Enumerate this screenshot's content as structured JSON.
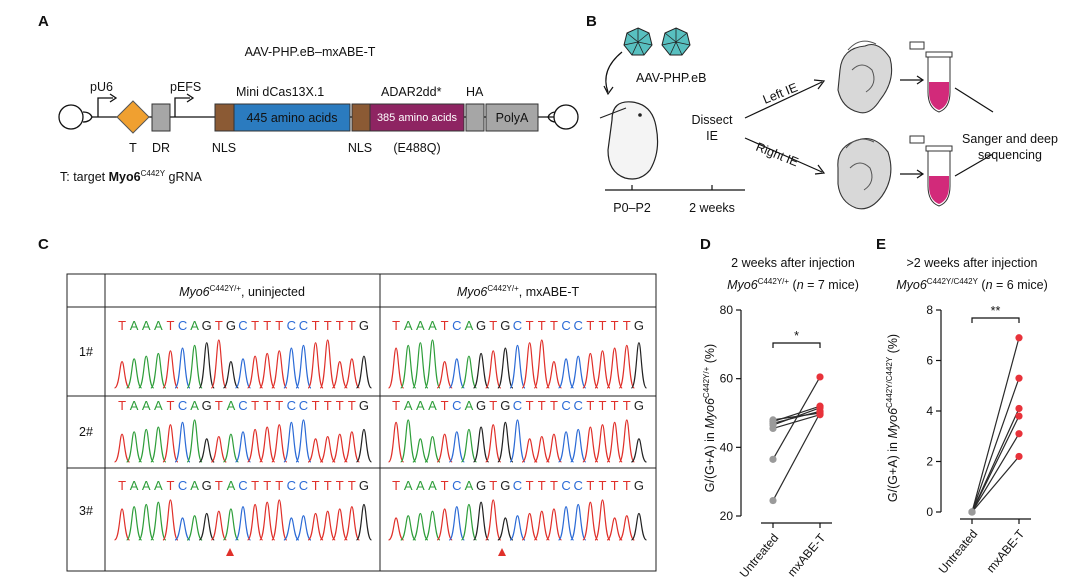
{
  "panels": {
    "a": {
      "label": "A",
      "title": "AAV-PHP.eB–mxABE-T",
      "labels": {
        "pu6": "pU6",
        "pefs": "pEFS",
        "mini": "Mini dCas13X.1",
        "adar": "ADAR2dd*",
        "ha": "HA",
        "aa445": "445 amino acids",
        "aa385": "385 amino acids",
        "polya": "PolyA",
        "t": "T",
        "dr": "DR",
        "nls1": "NLS",
        "nls2": "NLS",
        "e488q": "(E488Q)"
      },
      "footnote": {
        "prefix": "T: target ",
        "gene": "Myo6",
        "sup": "C442Y",
        "suffix": " gRNA"
      }
    },
    "b": {
      "label": "B",
      "virus": "AAV-PHP.eB",
      "dissect1": "Dissect",
      "dissect2": "IE",
      "left": "Left IE",
      "right": "Right IE",
      "seq1": "Sanger and deep",
      "seq2": "sequencing",
      "t1": "P0–P2",
      "t2": "2 weeks"
    },
    "c": {
      "label": "C",
      "headers": [
        {
          "gene": "Myo6",
          "sup": "C442Y/+",
          "suffix": ", uninjected"
        },
        {
          "gene": "Myo6",
          "sup": "C442Y/+",
          "suffix": ", mxABE-T"
        }
      ],
      "rows": [
        "1#",
        "2#",
        "3#"
      ],
      "seqs": [
        [
          "TAAATCAGTGCTTTCCTTTTG",
          "TAAATCAGTGCTTTCCTTTTG"
        ],
        [
          "TAAATCAGTACTTTCCTTTTG",
          "TAAATCAGTGCTTTCCTTTTG"
        ],
        [
          "TAAATCAGTACTTTCCTTTTG",
          "TAAATCAGTGCTTTCCTTTTG"
        ]
      ],
      "base_colors": {
        "A": "#2e9e3a",
        "T": "#e0302a",
        "G": "#222222",
        "C": "#2c6bd6"
      },
      "arrow_color": "#e0302a"
    },
    "d": {
      "label": "D",
      "title": "2 weeks after injection",
      "subtitle": {
        "gene": "Myo6",
        "sup": "C442Y/+",
        "rest": " (",
        "n": "n",
        "tail": " = 7 mice)"
      },
      "ylabel": {
        "pre": "G/(G+A) in ",
        "gene": "Myo6",
        "sup": "C442Y/+",
        "post": " (%)"
      },
      "sig": "*"
    },
    "e": {
      "label": "E",
      "title": ">2 weeks after injection",
      "subtitle": {
        "gene": "Myo6",
        "sup": "C442Y/C442Y",
        "rest": " (",
        "n": "n",
        "tail": " = 6 mice)"
      },
      "ylabel": {
        "pre": "G/(G+A) in ",
        "gene": "Myo6",
        "sup": "C442Y/C442Y",
        "post": " (%)"
      },
      "sig": "**"
    }
  },
  "colors": {
    "nls": "#8b5a34",
    "cas": "#2b7bbf",
    "adar": "#8e2462",
    "grey": "#a6a6a6",
    "t_box": "#f0a030",
    "virus": "#58c0c0",
    "tube": "#d22a7a",
    "treated": "#e8323a",
    "untreated": "#9a9a9a",
    "line": "#2a2a2a"
  },
  "chart_data": [
    {
      "type": "scatter",
      "title": "2 weeks after injection",
      "subtitle": "Myo6C442Y/+ (n = 7 mice)",
      "categories": [
        "Untreated",
        "mxABE-T"
      ],
      "ylabel": "G/(G+A) in Myo6C442Y/+ (%)",
      "ylim": [
        20,
        80
      ],
      "yticks": [
        20,
        40,
        60,
        80
      ],
      "paired": [
        [
          48,
          50
        ],
        [
          47.5,
          52
        ],
        [
          47,
          50.5
        ],
        [
          46.5,
          51.5
        ],
        [
          45.5,
          49.5
        ],
        [
          36.5,
          60.5
        ],
        [
          24.5,
          50
        ]
      ],
      "significance": "*"
    },
    {
      "type": "scatter",
      "title": ">2 weeks after injection",
      "subtitle": "Myo6C442Y/C442Y (n = 6 mice)",
      "categories": [
        "Untreated",
        "mxABE-T"
      ],
      "ylabel": "G/(G+A) in Myo6C442Y/C442Y (%)",
      "ylim": [
        0,
        8
      ],
      "yticks": [
        0,
        2,
        4,
        6,
        8
      ],
      "paired": [
        [
          0,
          6.9
        ],
        [
          0,
          5.3
        ],
        [
          0,
          4.1
        ],
        [
          0,
          3.8
        ],
        [
          0,
          3.1
        ],
        [
          0,
          2.2
        ]
      ],
      "significance": "**"
    }
  ]
}
